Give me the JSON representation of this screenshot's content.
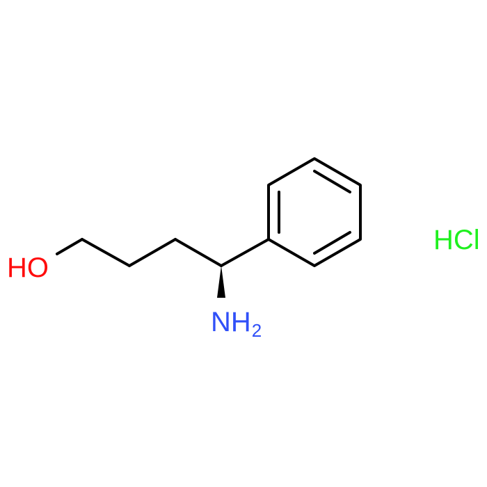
{
  "molecule": {
    "atoms": {
      "hydroxyl": {
        "label": "HO",
        "color": "#ff0d0d"
      },
      "amine": {
        "label": "NH",
        "subscript": "2",
        "color": "#3050f8"
      }
    },
    "counterion": {
      "label": "HCl",
      "color": "#1ff01f"
    },
    "stereo": "wedge",
    "bond_color": "#000000"
  }
}
